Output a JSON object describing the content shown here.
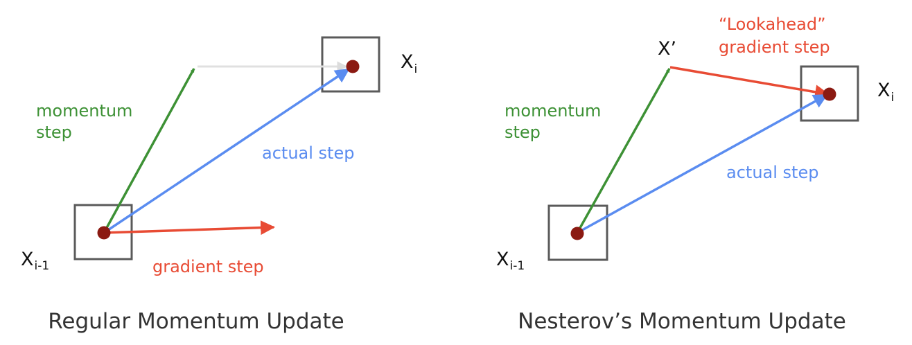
{
  "colors": {
    "momentum": "#3d9135",
    "actual": "#5a8cf0",
    "gradient": "#e84b34",
    "lookahead": "#e84b34",
    "gray_arrow": "#e0e0e0",
    "box": "#5a5a5a",
    "dot": "#8b1a12",
    "caption": "#333333"
  },
  "regular": {
    "title": "Regular Momentum Update",
    "start_label_main": "X",
    "start_label_sub": "i-1",
    "end_label_main": "X",
    "end_label_sub": "i",
    "momentum_label_line1": "momentum",
    "momentum_label_line2": "step",
    "actual_label": "actual step",
    "gradient_label": "gradient step"
  },
  "nesterov": {
    "title": "Nesterov’s Momentum Update",
    "start_label_main": "X",
    "start_label_sub": "i-1",
    "end_label_main": "X",
    "end_label_sub": "i",
    "lookahead_point_label": "X’",
    "momentum_label_line1": "momentum",
    "momentum_label_line2": "step",
    "actual_label": "actual step",
    "lookahead_label_line1": "“Lookahead”",
    "lookahead_label_line2": "gradient step"
  }
}
